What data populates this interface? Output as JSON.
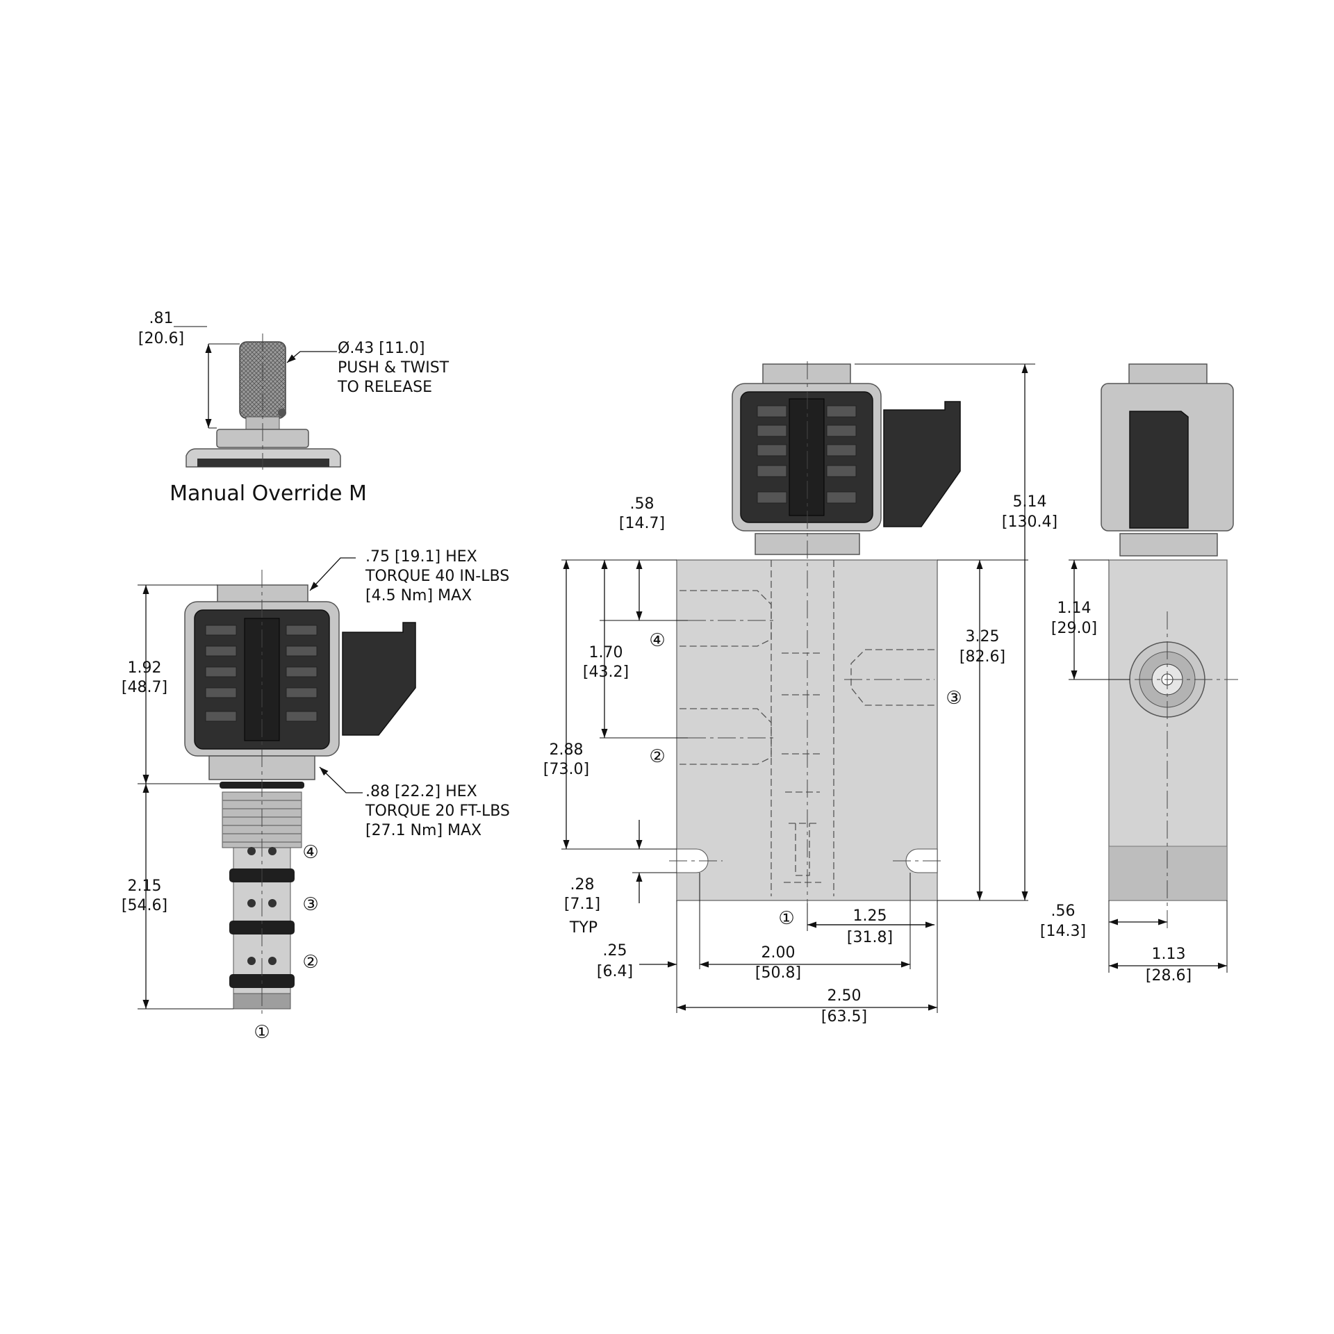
{
  "override": {
    "title": "Manual Override M",
    "height_in": ".81",
    "height_mm": "[20.6]",
    "knob_note_1": "Ø.43 [11.0]",
    "knob_note_2": "PUSH & TWIST",
    "knob_note_3": "TO RELEASE"
  },
  "cartridge": {
    "hex_top_1": ".75 [19.1] HEX",
    "hex_top_2": "TORQUE 40 IN-LBS",
    "hex_top_3": "[4.5 Nm] MAX",
    "hex_bot_1": ".88 [22.2] HEX",
    "hex_bot_2": "TORQUE 20 FT-LBS",
    "hex_bot_3": "[27.1 Nm] MAX",
    "coil_h_in": "1.92",
    "coil_h_mm": "[48.7]",
    "cart_h_in": "2.15",
    "cart_h_mm": "[54.6]",
    "port_1": "①",
    "port_2": "②",
    "port_3": "③",
    "port_4": "④"
  },
  "front": {
    "d058_in": ".58",
    "d058_mm": "[14.7]",
    "d170_in": "1.70",
    "d170_mm": "[43.2]",
    "d288_in": "2.88",
    "d288_mm": "[73.0]",
    "d028_in": ".28",
    "d028_mm": "[7.1]",
    "d028_typ": "TYP",
    "d025_in": ".25",
    "d025_mm": "[6.4]",
    "d200_in": "2.00",
    "d200_mm": "[50.8]",
    "d250_in": "2.50",
    "d250_mm": "[63.5]",
    "d125_in": "1.25",
    "d125_mm": "[31.8]",
    "d325_in": "3.25",
    "d325_mm": "[82.6]",
    "d514_in": "5.14",
    "d514_mm": "[130.4]",
    "port_1": "①",
    "port_2": "②",
    "port_3": "③",
    "port_4": "④"
  },
  "side": {
    "d114_in": "1.14",
    "d114_mm": "[29.0]",
    "d056_in": ".56",
    "d056_mm": "[14.3]",
    "d113_in": "1.13",
    "d113_mm": "[28.6]"
  }
}
